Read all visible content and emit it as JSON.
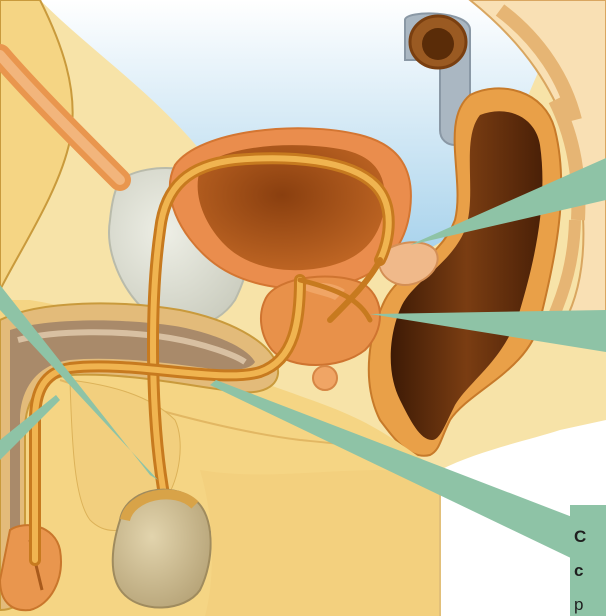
{
  "diagram": {
    "callout_text": {
      "line1": "C",
      "line2": "c",
      "line3": "p"
    },
    "colors": {
      "skin": "#f7e2a4",
      "tissue": "#f5d58a",
      "outline": "#c99a3c",
      "bladder": "#ea8d4d",
      "bladder_inner": "#b05a1e",
      "duct": "#d9901f",
      "prostate": "#e8914a",
      "seminal_vesicle": "#f0b98a",
      "rectum": "#6b3610",
      "rectum_outer": "#e99a3e",
      "spine": "#f4c996",
      "pubic_bone": "#d9dccf",
      "testis": "#c8b68a",
      "penis_inner": "#a98a6a",
      "sky": "#b7d9ee",
      "pointer": "#8ec3a6"
    }
  }
}
